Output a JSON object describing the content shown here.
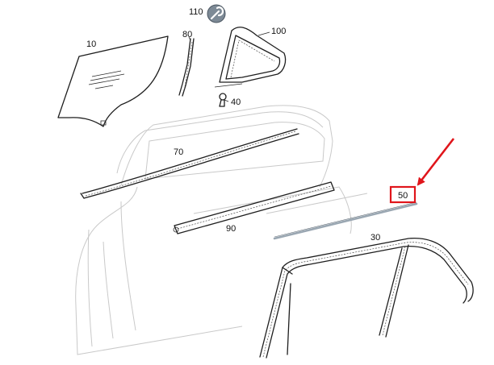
{
  "diagram": {
    "highlight_color": "#e0151b",
    "accent_strip_color": "#9aa7b2",
    "parts": [
      {
        "id": "p10",
        "label": "10"
      },
      {
        "id": "p80",
        "label": "80"
      },
      {
        "id": "p110",
        "label": "110",
        "icon": "wrench-icon"
      },
      {
        "id": "p100",
        "label": "100"
      },
      {
        "id": "p40",
        "label": "40"
      },
      {
        "id": "p70",
        "label": "70"
      },
      {
        "id": "p90",
        "label": "90"
      },
      {
        "id": "p50",
        "label": "50",
        "highlighted": true
      },
      {
        "id": "p30",
        "label": "30"
      }
    ]
  }
}
